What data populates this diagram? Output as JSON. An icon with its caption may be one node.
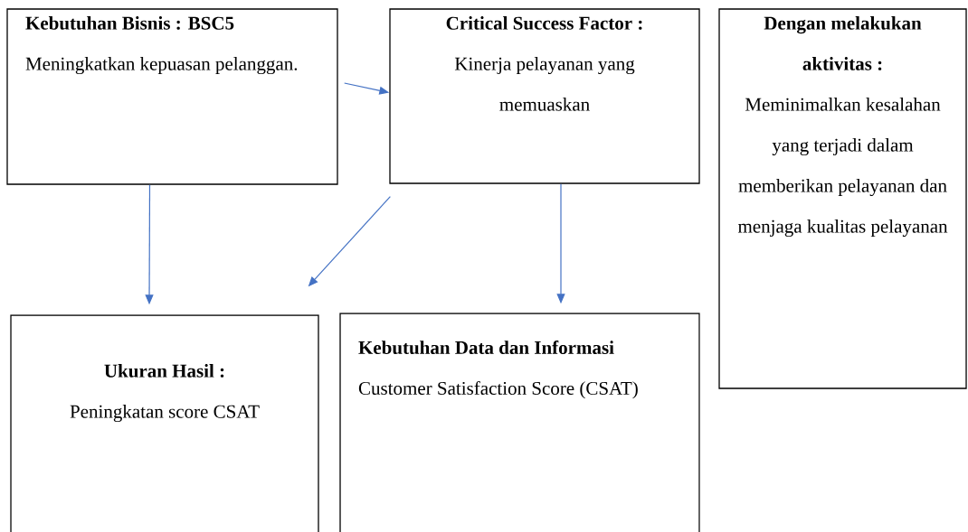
{
  "diagram": {
    "nodes": [
      {
        "text": [
          "Kebutuhan Bisnis : BSC5",
          "Meningkatkan kepuasan pelanggan."
        ]
      },
      {
        "text": [
          "Critical Success Factor :",
          "Kinerja pelayanan yang memuaskan"
        ]
      },
      {
        "text": [
          "Dengan melakukan aktivitas :",
          "Meminimalkan kesalahan yang terjadi dalam memberikan pelayanan dan menjaga kualitas pelayanan"
        ]
      },
      {
        "text": [
          "Ukuran Hasil :",
          "Peningkatan score CSAT"
        ]
      },
      {
        "text": [
          "Kebutuhan Data dan Informasi",
          "Customer Satisfaction Score (CSAT)"
        ]
      }
    ],
    "edges": [
      {
        "from": 0,
        "to": 1,
        "arrow": "to"
      },
      {
        "from": 0,
        "to": 3,
        "arrow": "to"
      },
      {
        "from": 1,
        "to": 3,
        "arrow": "to"
      },
      {
        "from": 1,
        "to": 4,
        "arrow": "to"
      }
    ]
  }
}
